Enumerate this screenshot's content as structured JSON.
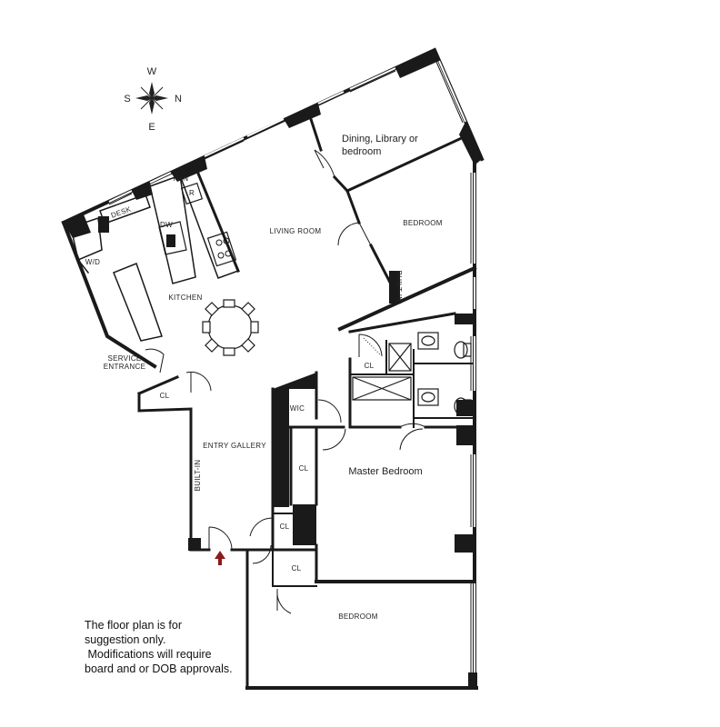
{
  "compass": {
    "north": "N",
    "south": "S",
    "east": "E",
    "west": "W"
  },
  "rooms": {
    "dining": [
      "Dining, Library or",
      "bedroom"
    ],
    "living_room": "LIVING ROOM",
    "bedroom_north": "BEDROOM",
    "kitchen": "KITCHEN",
    "desk": "DESK",
    "pantry": "PAN",
    "range": "R",
    "dishwasher": "DW",
    "washer_dryer": "W/D",
    "service_entrance": [
      "SERVICE",
      "ENTRANCE"
    ],
    "entry_closet": "CL",
    "entry_gallery": "ENTRY GALLERY",
    "built_in_gallery": "BUILT-IN",
    "built_in_bedroom": "BUILT-IN",
    "wic": "WIC",
    "master_closet": "CL",
    "bath_closet": "CL",
    "master_bedroom": "Master Bedroom",
    "foyer_closet": "CL",
    "bedroom_closet": "CL",
    "bedroom_south": "BEDROOM"
  },
  "note": [
    "The floor plan is for",
    "suggestion only.",
    " Modifications will require",
    "board and or DOB approvals."
  ],
  "colors": {
    "wall": "#1a1a1a",
    "entry_arrow": "#8b1a1a"
  }
}
